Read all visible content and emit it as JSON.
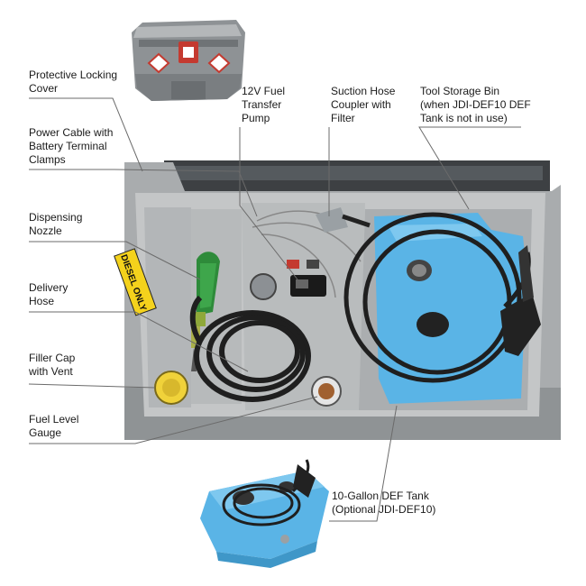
{
  "labels": {
    "locking_cover": "Protective Locking\nCover",
    "power_cable": "Power Cable with\nBattery Terminal\nClamps",
    "nozzle": "Dispensing\nNozzle",
    "delivery_hose": "Delivery\nHose",
    "filler_cap": "Filler Cap\nwith Vent",
    "fuel_gauge": "Fuel Level\nGauge",
    "pump": "12V Fuel\nTransfer\nPump",
    "suction_hose": "Suction Hose\nCoupler with\nFilter",
    "tool_bin": "Tool Storage Bin\n(when JDI-DEF10 DEF\nTank is not in use)",
    "def_tank": "10-Gallon DEF Tank\n(Optional JDI-DEF10)"
  },
  "decal_text": "DIESEL ONLY",
  "colors": {
    "housing": "#a9acae",
    "housing_dark": "#7d8184",
    "tray": "#c4c6c7",
    "def_blue": "#5ab4e6",
    "hose": "#1f1f1f",
    "nozzle_green": "#2e8b3a",
    "decal_yellow": "#f4d21c"
  }
}
